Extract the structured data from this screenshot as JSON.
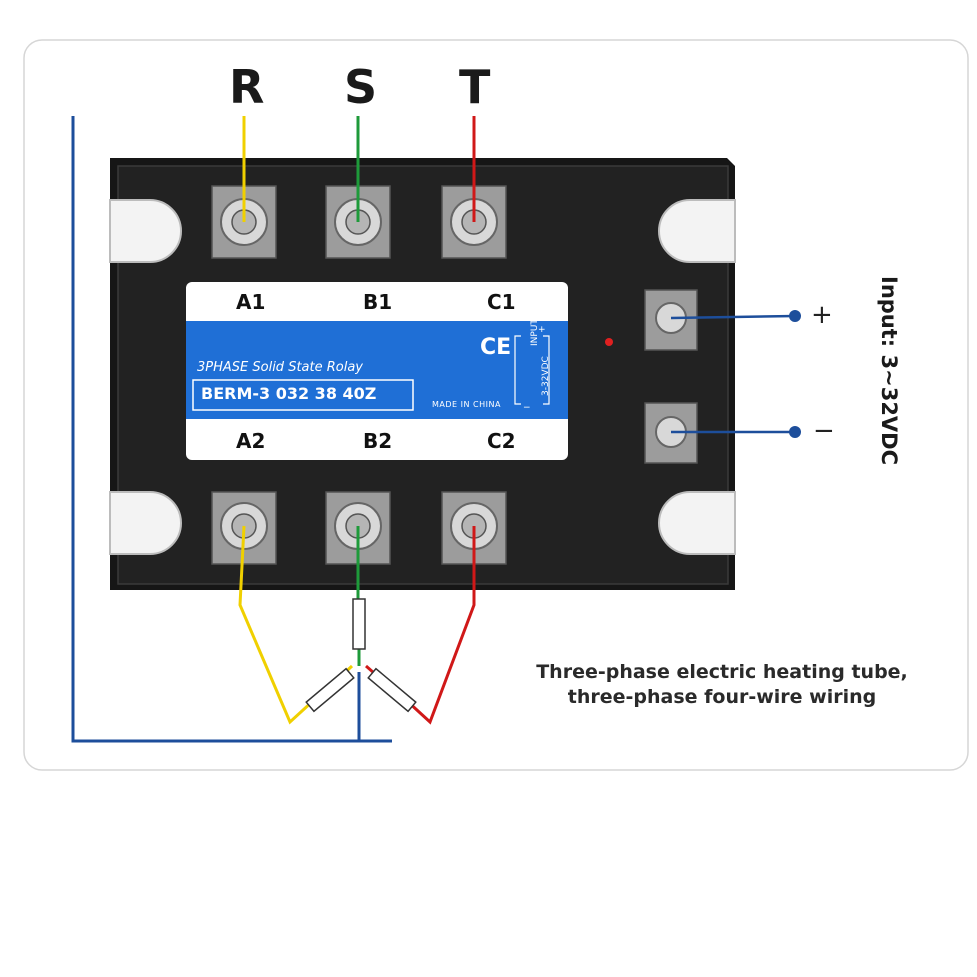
{
  "phases": {
    "r": "R",
    "s": "S",
    "t": "T"
  },
  "relay": {
    "top_terminals": {
      "a1": "A1",
      "b1": "B1",
      "c1": "C1"
    },
    "bottom_terminals": {
      "a2": "A2",
      "b2": "B2",
      "c2": "C2"
    },
    "product_type": "3PHASE Solid State Rolay",
    "model_number": "BERM-3 032 38 40Z",
    "ce_mark": "CE",
    "input_label": "INPUT",
    "input_range": "3-32VDC",
    "input_plus": "+",
    "input_minus": "−",
    "made_in": "MADE IN CHINA"
  },
  "control_input": {
    "plus_sign": "+",
    "minus_sign": "−",
    "label": "Input: 3~32VDC"
  },
  "caption": {
    "line1": "Three-phase electric heating tube,",
    "line2": "three-phase four-wire wiring"
  },
  "colors": {
    "phase_r": "#f0d000",
    "phase_s": "#1e9a3a",
    "phase_t": "#d01818",
    "neutral": "#1d4e9b",
    "relay_body": "#1c1c1c",
    "label_blue": "#1f6fd6",
    "indicator_led": "#e02020"
  }
}
